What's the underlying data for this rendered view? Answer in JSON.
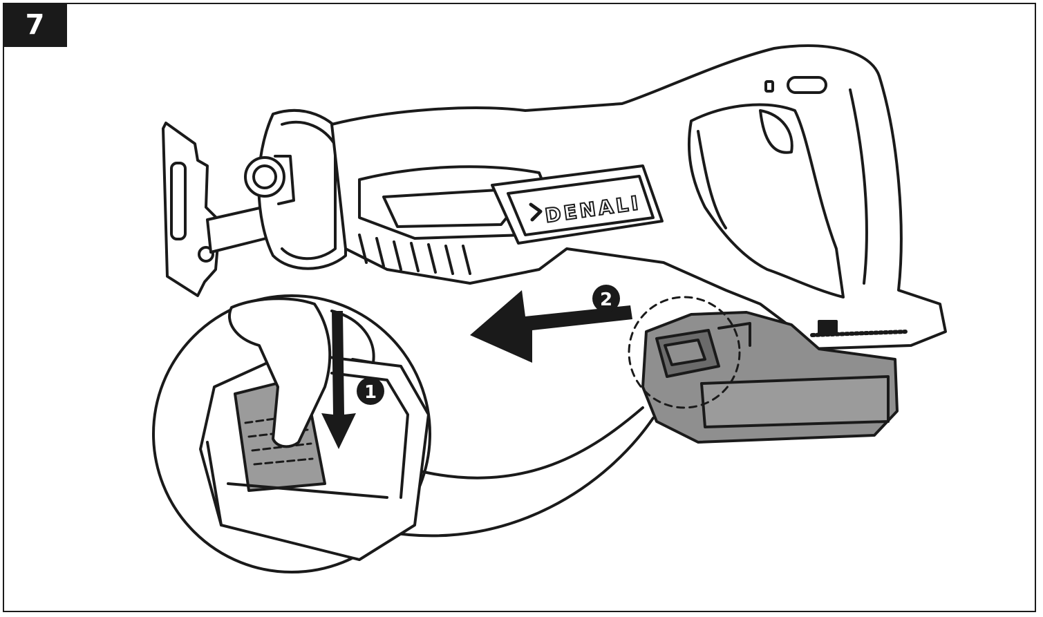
{
  "step_number": "7",
  "brand": "DENALI",
  "callouts": [
    {
      "label": "1"
    },
    {
      "label": "2"
    }
  ],
  "colors": {
    "ink": "#1a1a1a",
    "battery_fill": "#8f8f8f",
    "battery_dark": "#6b6b6b",
    "background": "#ffffff"
  },
  "icons": [
    "reciprocating-saw",
    "battery-pack",
    "finger-press",
    "down-arrow",
    "slide-arrow",
    "magnifier-inset"
  ]
}
